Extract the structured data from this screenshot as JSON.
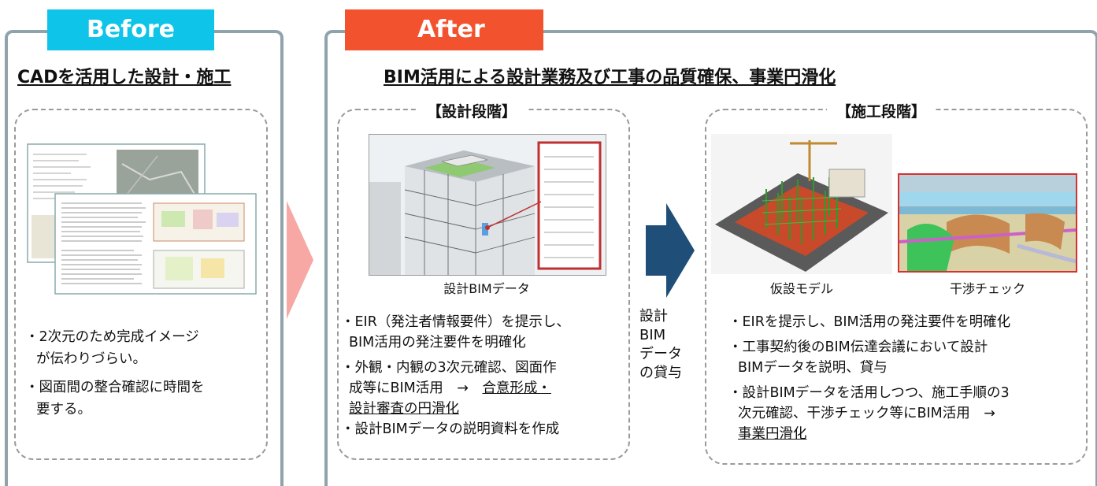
{
  "before": {
    "tab_label": "Before",
    "heading": "CADを活用した設計・施工",
    "bullets": [
      "・2次元のため完成イメージ",
      "が伝わりづらい。",
      "・図面間の整合確認に時間を",
      "要する。"
    ]
  },
  "after": {
    "tab_label": "After",
    "heading": "BIM活用による設計業務及び工事の品質確保、事業円滑化",
    "design": {
      "title": "【設計段階】",
      "image_caption": "設計BIMデータ",
      "bullets": [
        "・EIR（発注者情報要件）を提示し、",
        "BIM活用の発注要件を明確化",
        "・外観・内観の3次元確認、図面作",
        "成等にBIM活用　→　",
        "合意形成・",
        "設計審査の円滑化",
        "・設計BIMデータの説明資料を作成"
      ]
    },
    "arrow_label": [
      "設計",
      "BIM",
      "データ",
      "の貸与"
    ],
    "construction": {
      "title": "【施工段階】",
      "image_captions": [
        "仮設モデル",
        "干渉チェック"
      ],
      "bullets": [
        "・EIRを提示し、BIM活用の発注要件を明確化",
        "・工事契約後のBIM伝達会議において設計",
        "BIMデータを説明、貸与",
        "・設計BIMデータを活用しつつ、施工手順の3",
        "次元確認、干渉チェック等にBIM活用　→",
        "事業円滑化"
      ]
    }
  },
  "colors": {
    "before_tab": "#0ec4e8",
    "after_tab": "#f2532e",
    "panel_border": "#8fa3aa",
    "transition_arrow": "#f7a7a4",
    "lending_arrow": "#1f4e79"
  }
}
